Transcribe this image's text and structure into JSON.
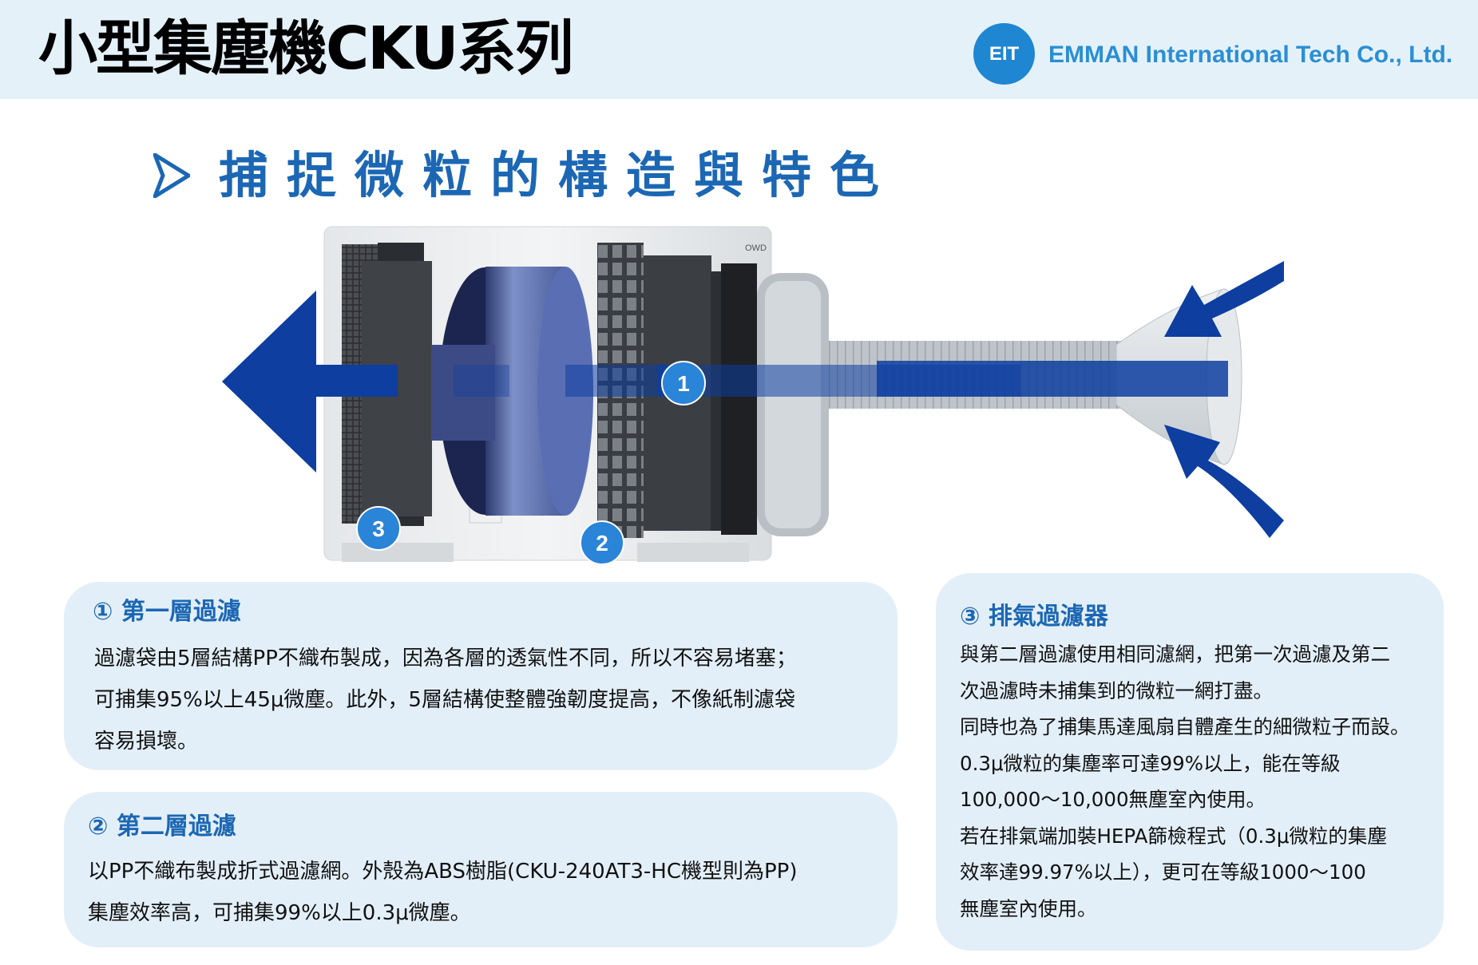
{
  "header": {
    "title": "小型集塵機CKU系列",
    "logo_text": "EIT",
    "company": "EMMAN International Tech Co., Ltd."
  },
  "section": {
    "title": "捕捉微粒的構造與特色"
  },
  "diagram": {
    "brand_mark": "OWD",
    "badges": [
      "1",
      "2",
      "3"
    ]
  },
  "cards": [
    {
      "title": "① 第一層過濾",
      "lines": [
        "過濾袋由5層結構PP不織布製成，因為各層的透氣性不同，所以不容易堵塞；",
        "可捕集95%以上45μ微塵。此外，5層結構使整體強韌度提高，不像紙制濾袋",
        "容易損壞。"
      ]
    },
    {
      "title": "② 第二層過濾",
      "lines": [
        "以PP不織布製成折式過濾網。外殼為ABS樹脂(CKU-240AT3-HC機型則為PP)",
        "集塵效率高，可捕集99%以上0.3μ微塵。"
      ]
    },
    {
      "title": "③ 排氣過濾器",
      "lines": [
        "與第二層過濾使用相同濾網，把第一次過濾及第二",
        "次過濾時未捕集到的微粒一網打盡。",
        "同時也為了捕集馬達風扇自體產生的細微粒子而設。",
        "0.3μ微粒的集塵率可達99%以上，能在等級",
        "100,000～10,000無塵室內使用。",
        "若在排氣端加裝HEPA篩檢程式（0.3μ微粒的集塵",
        "效率達99.97%以上），更可在等級1000～100",
        "無塵室內使用。"
      ]
    }
  ],
  "colors": {
    "header_bg": "#e5f1f9",
    "accent_blue": "#1c67b4",
    "logo_blue": "#1f86d1",
    "card_bg": "#e3eff8",
    "flow_arrow": "#0d3ea0"
  }
}
